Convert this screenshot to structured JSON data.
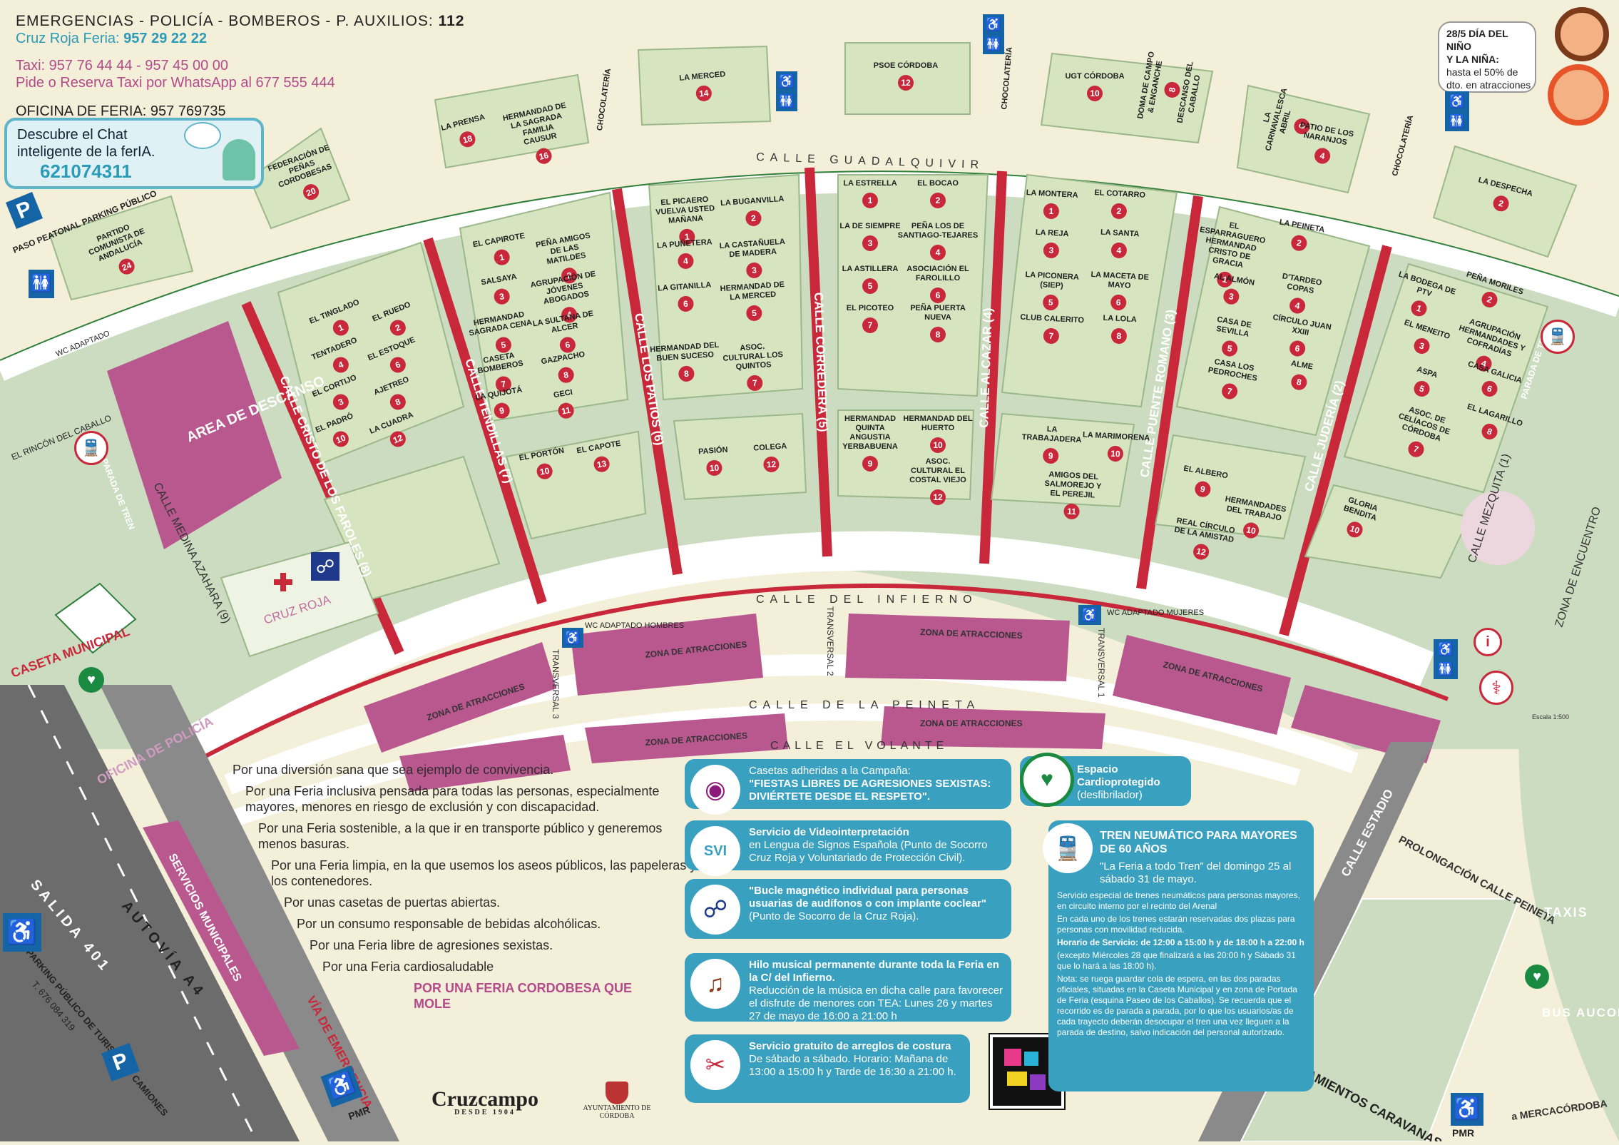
{
  "header": {
    "emergencias": "EMERGENCIAS - POLICÍA - BOMBEROS - P. AUXILIOS:",
    "emergencias_num": "112",
    "cruz_roja_label": "Cruz Roja Feria:",
    "cruz_roja_num": "957 29 22 22",
    "taxi_line": "Taxi: 957 76 44 44 - 957 45 00 00",
    "taxi_whatsapp": "Pide o Reserva Taxi por WhatsApp al 677 555 444",
    "oficina": "OFICINA DE FERIA: 957 769735"
  },
  "chat": {
    "line1": "Descubre el Chat",
    "line2": "inteligente de la ferIA.",
    "phone": "621074311"
  },
  "kids_bubble": {
    "line1": "28/5 DÍA DEL NIÑO",
    "line2": "Y LA NIÑA:",
    "line3": "hasta el 50% de",
    "line4": "dto. en atracciones"
  },
  "streets": {
    "guadalquivir": "CALLE GUADALQUIVIR",
    "infierno": "CALLE DEL INFIERNO",
    "peineta": "CALLE DE LA PEINETA",
    "volante": "CALLE EL VOLANTE",
    "medina": "CALLE MEDINA AZAHARA (9)",
    "farolies": "CALLE CRISTO DE LOS FAROLES (8)",
    "tendillas": "CALLE TENDILLAS (7)",
    "patios": "CALLE LOS PATIOS (6)",
    "corredera": "CALLE CORREDERA (5)",
    "alcazar": "CALLE ALCAZAR (4)",
    "puente": "CALLE PUENTE ROMANO (3)",
    "juderia": "CALLE JUDERÍA (2)",
    "mezquita": "CALLE MEZQUITA (1)",
    "estadio": "CALLE ESTADIO",
    "prolongacion": "PROLONGACIÓN CALLE PEINETA",
    "encuentro": "ZONA DE ENCUENTRO",
    "autovia": "AUTOVÍA A4",
    "salida": "SALIDA 401",
    "via_emergencia": "VÍA DE EMERGENCIA",
    "servicios": "SERVICIOS MUNICIPALES",
    "transversal1": "TRANSVERSAL 1",
    "transversal2": "TRANSVERSAL 2",
    "transversal3": "TRANSVERSAL 3",
    "zona_atracciones": "ZONA DE ATRACCIONES",
    "mercacordoba": "a MERCACÓRDOBA"
  },
  "places": {
    "area_descanso": "AREA DE DESCANSO",
    "cruz_roja": "CRUZ ROJA",
    "caseta_municipal": "CASETA MUNICIPAL",
    "oficina_policia": "OFICINA DE POLICÍA",
    "parking_peatonal": "PASO PEATONAL PARKING PÚBLICO",
    "wc_adaptado": "WC ADAPTADO",
    "wc_hombres": "WC ADAPTADO HOMBRES",
    "wc_mujeres": "WC ADAPTADO MUJERES",
    "el_rincon": "EL RINCÓN DEL CABALLO",
    "parada_tren": "PARADA DE TREN",
    "aparcamientos": "APARCAMIENTOS CARAVANAS FERIANTES",
    "taxis": "TAXIS",
    "bus": "BUS AUCORSA",
    "parking_turismos": "PARKING PÚBLICO DE TURISMOS Y CAMIONES",
    "parking_tel": "T. 676 084 319",
    "pmr": "PMR",
    "escala": "Escala 1:500"
  },
  "top_casetas": [
    {
      "name": "PARTIDO COMUNISTA DE ANDALUCÍA",
      "num": "24"
    },
    {
      "name": "FEDERACIÓN DE PEÑAS CORDOBESAS",
      "num": "20"
    },
    {
      "name": "LA PRENSA",
      "num": "18"
    },
    {
      "name": "HERMANDAD DE LA SAGRADA FAMILIA CAUSUR",
      "num": "16"
    },
    {
      "name": "CHOCOLATERÍA",
      "num": ""
    },
    {
      "name": "LA MERCED",
      "num": "14"
    },
    {
      "name": "PSOE CÓRDOBA",
      "num": "12"
    },
    {
      "name": "CHOCOLATERÍA",
      "num": ""
    },
    {
      "name": "UGT CÓRDOBA",
      "num": "10"
    },
    {
      "name": "DOMA DE CAMPO & ENGANCHE",
      "num": "8"
    },
    {
      "name": "DESCANSO DEL CABALLO",
      "num": ""
    },
    {
      "name": "LA CARNAVALESCA ABRIL",
      "num": "6"
    },
    {
      "name": "PATIO DE LOS NARANJOS",
      "num": "4"
    },
    {
      "name": "CHOCOLATERÍA",
      "num": ""
    },
    {
      "name": "LA DESPECHA",
      "num": "2"
    }
  ],
  "blocks": [
    {
      "street": "Cristo de los Faroles",
      "items": [
        {
          "name": "EL TINGLADO",
          "num": "1"
        },
        {
          "name": "EL RUEDO",
          "num": "2"
        },
        {
          "name": "TENTADERO",
          "num": "4"
        },
        {
          "name": "EL ESTOQUE",
          "num": "6"
        },
        {
          "name": "EL CORTIJO",
          "num": "3"
        },
        {
          "name": "AJETREO",
          "num": "8"
        },
        {
          "name": "EL PADRÓ",
          "num": "10"
        },
        {
          "name": "LA CUADRA",
          "num": "12"
        }
      ]
    },
    {
      "street": "Tendillas",
      "items": [
        {
          "name": "EL CAPIROTE",
          "num": "1"
        },
        {
          "name": "PEÑA AMIGOS DE LAS MATILDES",
          "num": "2"
        },
        {
          "name": "SALSAYA",
          "num": "3"
        },
        {
          "name": "AGRUPACIÓN DE JÓVENES ABOGADOS",
          "num": "4"
        },
        {
          "name": "HERMANDAD SAGRADA CENA",
          "num": "5"
        },
        {
          "name": "LA SULTANA DE ALCER",
          "num": "6"
        },
        {
          "name": "CASETA BOMBEROS",
          "num": "7"
        },
        {
          "name": "GAZPACHO",
          "num": "8"
        },
        {
          "name": "LA QUIJOTÁ",
          "num": "9"
        },
        {
          "name": "GECI",
          "num": "11"
        },
        {
          "name": "EL PORTÓN",
          "num": "10"
        },
        {
          "name": "EL CAPOTE",
          "num": "13"
        }
      ]
    },
    {
      "street": "Los Patios",
      "items": [
        {
          "name": "EL PICAERO VUELVA USTED MAÑANA",
          "num": "1"
        },
        {
          "name": "LA BUGANVILLA",
          "num": "2"
        },
        {
          "name": "LA PUÑETERA",
          "num": "4"
        },
        {
          "name": "LA CASTAÑUELA DE MADERA",
          "num": "3"
        },
        {
          "name": "LA GITANILLA",
          "num": "6"
        },
        {
          "name": "HERMANDAD DE LA MERCED",
          "num": "5"
        },
        {
          "name": "HERMANDAD DEL BUEN SUCESO",
          "num": "8"
        },
        {
          "name": "ASOC. CULTURAL LOS QUINTOS",
          "num": "7"
        },
        {
          "name": "PASIÓN",
          "num": "10"
        },
        {
          "name": "COLEGA",
          "num": "12"
        }
      ]
    },
    {
      "street": "Corredera",
      "items": [
        {
          "name": "LA ESTRELLA",
          "num": "1"
        },
        {
          "name": "EL BOCAO",
          "num": "2"
        },
        {
          "name": "LA DE SIEMPRE",
          "num": "3"
        },
        {
          "name": "PEÑA LOS DE SANTIAGO-TEJARES",
          "num": "4"
        },
        {
          "name": "LA ASTILLERA",
          "num": "5"
        },
        {
          "name": "ASOCIACIÓN EL FAROLILLO",
          "num": "6"
        },
        {
          "name": "EL PICOTEO",
          "num": "7"
        },
        {
          "name": "PEÑA PUERTA NUEVA",
          "num": "8"
        },
        {
          "name": "HERMANDAD QUINTA ANGUSTIA YERBABUENA",
          "num": "9"
        },
        {
          "name": "HERMANDAD DEL HUERTO",
          "num": "10"
        },
        {
          "name": "ASOC. CULTURAL EL COSTAL VIEJO",
          "num": "12"
        }
      ]
    },
    {
      "street": "Alcazar",
      "items": [
        {
          "name": "LA MONTERA",
          "num": "1"
        },
        {
          "name": "EL COTARRO",
          "num": "2"
        },
        {
          "name": "LA REJA",
          "num": "3"
        },
        {
          "name": "LA SANTA",
          "num": "4"
        },
        {
          "name": "LA PICONERA (SIEP)",
          "num": "5"
        },
        {
          "name": "LA MACETA DE MAYO",
          "num": "6"
        },
        {
          "name": "CLUB CALERITO",
          "num": "7"
        },
        {
          "name": "LA LOLA",
          "num": "8"
        },
        {
          "name": "LA TRABAJADERA",
          "num": "9"
        },
        {
          "name": "LA MARIMORENA",
          "num": "10"
        },
        {
          "name": "AMIGOS DEL SALMOREJO Y EL PEREJIL",
          "num": "11"
        }
      ]
    },
    {
      "street": "Puente Romano",
      "items": [
        {
          "name": "EL ESPARRAGUERO HERMANDAD CRISTO DE GRACIA",
          "num": "1"
        },
        {
          "name": "LA PEINETA",
          "num": "2"
        },
        {
          "name": "AL ALMÓN",
          "num": "3"
        },
        {
          "name": "D'TARDEO COPAS",
          "num": "4"
        },
        {
          "name": "CASA DE SEVILLA",
          "num": "5"
        },
        {
          "name": "CÍRCULO JUAN XXIII",
          "num": "6"
        },
        {
          "name": "CASA LOS PEDROCHES",
          "num": "7"
        },
        {
          "name": "ALME",
          "num": "8"
        },
        {
          "name": "EL ALBERO",
          "num": "9"
        },
        {
          "name": "HERMANDADES DEL TRABAJO",
          "num": "10"
        },
        {
          "name": "REAL CÍRCULO DE LA AMISTAD",
          "num": "12"
        }
      ]
    },
    {
      "street": "Judería",
      "items": [
        {
          "name": "LA BODEGA DE PTV",
          "num": "1"
        },
        {
          "name": "PEÑA MORILES",
          "num": "2"
        },
        {
          "name": "EL MENEITO",
          "num": "3"
        },
        {
          "name": "AGRUPACIÓN HERMANDADES Y COFRADÍAS",
          "num": "4"
        },
        {
          "name": "ASPA",
          "num": "5"
        },
        {
          "name": "CASA GALICIA",
          "num": "6"
        },
        {
          "name": "ASOC. DE CELÍACOS DE CÓRDOBA",
          "num": "7"
        },
        {
          "name": "EL LAGARILLO",
          "num": "8"
        },
        {
          "name": "GLORIA BENDITA",
          "num": "10"
        }
      ]
    }
  ],
  "manifesto": [
    "Por una diversión sana que sea ejemplo de convivencia.",
    "Por una Feria inclusiva pensada para todas las personas, especialmente mayores, menores en riesgo de exclusión y con discapacidad.",
    "Por una Feria sostenible, a la que ir en transporte público y generemos menos basuras.",
    "Por una Feria limpia, en la que usemos los aseos públicos, las papeleras y los contenedores.",
    "Por unas casetas de puertas abiertas.",
    "Por un consumo responsable de bebidas alcohólicas.",
    "Por una Feria libre de agresiones sexistas.",
    "Por una Feria cardiosaludable"
  ],
  "manifesto_slogan": "POR UNA FERIA CORDOBESA QUE MOLE",
  "info": {
    "campana_title": "Casetas adheridas a la Campaña:",
    "campana_body": "\"FIESTAS LIBRES DE AGRESIONES SEXISTAS: DIVIÉRTETE DESDE EL RESPETO\".",
    "video_title": "Servicio de Videointerpretación",
    "video_body": "en Lengua de Signos Española (Punto de Socorro Cruz Roja y Voluntariado de Protección Civil).",
    "bucle_title": "\"Bucle magnético individual para personas usuarias de audífonos o con implante coclear\"",
    "bucle_body": "(Punto de Socorro de la Cruz Roja).",
    "hilo_title": "Hilo musical permanente durante toda la Feria en la C/ del Infierno.",
    "hilo_body": "Reducción de la música en dicha calle para favorecer el disfrute de menores con TEA: Lunes 26 y martes 27 de mayo de 16:00 a 21:00 h",
    "costura_title": "Servicio gratuito de arreglos de costura",
    "costura_body": "De sábado a sábado. Horario: Mañana de 13:00 a 15:00 h y Tarde de 16:30 a 21:00 h.",
    "cardio_title": "Espacio Cardioprotegido",
    "cardio_body": "(desfibrilador)"
  },
  "tren": {
    "title": "TREN NEUMÁTICO PARA MAYORES DE 60 AÑOS",
    "subtitle": "\"La Feria a todo Tren\" del domingo 25 al sábado 31 de mayo.",
    "p1": "Servicio especial de trenes neumáticos para personas mayores, en circuito interno por el recinto del Arenal",
    "p2": "En cada uno de los trenes estarán reservadas dos plazas para personas con movilidad reducida.",
    "p3": "Horario de Servicio: de 12:00 a 15:00 h y de 18:00 h a 22:00 h",
    "p4": "(excepto Miércoles 28 que finalizará a las 20:00 h y Sábado 31 que lo hará a las 18:00 h).",
    "p5": "Nota: se ruega guardar cola de espera, en las dos paradas oficiales, situadas en la Caseta Municipal y en zona de Portada de Feria (esquina Paseo de los Caballos). Se recuerda que el recorrido es de parada a parada, por lo que los usuarios/as de cada trayecto deberán desocupar el tren una vez lleguen a la parada de destino, salvo indicación del personal autorizado."
  },
  "brands": {
    "cruzcampo": "Cruzcampo",
    "cruzcampo_sub": "DESDE 1904",
    "ayto": "AYUNTAMIENTO DE CÓRDOBA"
  },
  "colors": {
    "background": "#f3efd9",
    "block": "#d7e4c0",
    "street_red": "#c8283a",
    "pink": "#b9578f",
    "blue": "#1565a6",
    "teal": "#3aa0c0",
    "green_heart": "#1a8a40"
  }
}
